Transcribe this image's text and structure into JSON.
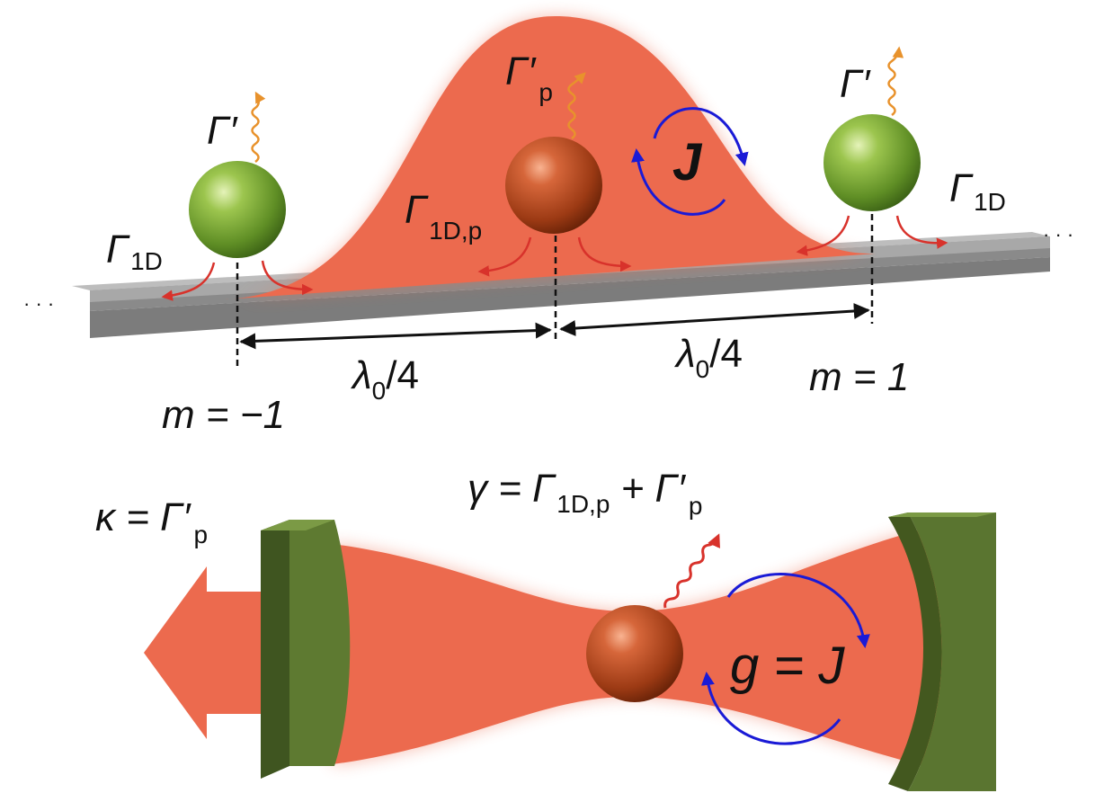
{
  "colors": {
    "mode_fill": "#ec6a4e",
    "waveguide": "#a3a3a3",
    "green_atom": "#7fae3c",
    "probe_atom": "#b8481f",
    "mirror": "#566f2c",
    "coupling_arrow": "#1a1ad6",
    "decay_arrow": "#d8322b",
    "loss_arrow": "#e8922c",
    "text": "#111111"
  },
  "icons": {
    "atom": "sphere",
    "emission": "wavy-arrow",
    "coupling": "circular-arrows",
    "mirror": "concave-mirror"
  },
  "top": {
    "left_atom": {
      "gamma_prime": "Γ′",
      "gamma_1d": "Γ",
      "gamma_1d_sub": "1D",
      "index": "m = −1"
    },
    "probe_atom": {
      "gamma_prime": "Γ′",
      "gamma_prime_sub": "p",
      "gamma_1d": "Γ",
      "gamma_1d_sub": "1D,p"
    },
    "right_atom": {
      "gamma_prime": "Γ′",
      "gamma_1d": "Γ",
      "gamma_1d_sub": "1D",
      "index": "m = 1"
    },
    "coupling_label": "J",
    "spacing_left": {
      "lambda": "λ",
      "sub": "0",
      "rest": "/4"
    },
    "spacing_right": {
      "lambda": "λ",
      "sub": "0",
      "rest": "/4"
    },
    "ellipsis_left": "· · ·",
    "ellipsis_right": "· · ·"
  },
  "bottom": {
    "kappa": {
      "lhs": "κ = Γ′",
      "sub": "p"
    },
    "gamma": {
      "lhs": "γ = Γ",
      "sub1": "1D,p",
      "plus": " + Γ′",
      "sub2": "p"
    },
    "coupling": "g = J"
  }
}
